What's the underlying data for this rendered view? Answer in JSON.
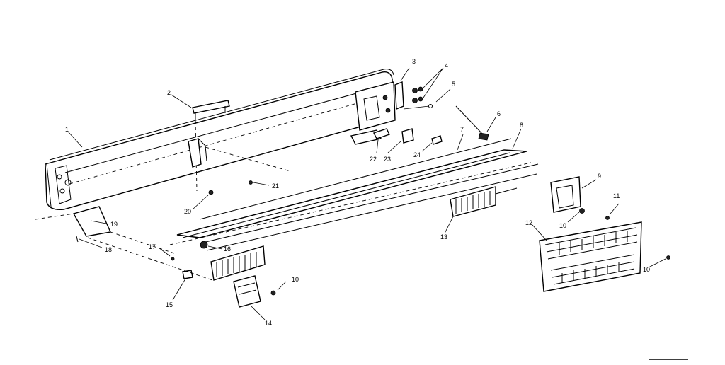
{
  "callouts": [
    {
      "id": "c1",
      "text": "1"
    },
    {
      "id": "c2",
      "text": "2"
    },
    {
      "id": "c3",
      "text": "3"
    },
    {
      "id": "c4",
      "text": "4"
    },
    {
      "id": "c5",
      "text": "5"
    },
    {
      "id": "c6",
      "text": "6"
    },
    {
      "id": "c7",
      "text": "7"
    },
    {
      "id": "c8",
      "text": "8"
    },
    {
      "id": "c9",
      "text": "9"
    },
    {
      "id": "c10a",
      "text": "10"
    },
    {
      "id": "c10b",
      "text": "10"
    },
    {
      "id": "c10c",
      "text": "10"
    },
    {
      "id": "c11",
      "text": "11"
    },
    {
      "id": "c12",
      "text": "12"
    },
    {
      "id": "c13",
      "text": "13"
    },
    {
      "id": "c14",
      "text": "14"
    },
    {
      "id": "c15",
      "text": "15"
    },
    {
      "id": "c16",
      "text": "16"
    },
    {
      "id": "c17",
      "text": "17"
    },
    {
      "id": "c18",
      "text": "18"
    },
    {
      "id": "c19",
      "text": "19"
    },
    {
      "id": "c20",
      "text": "20"
    },
    {
      "id": "c21",
      "text": "21"
    },
    {
      "id": "c22",
      "text": "22"
    },
    {
      "id": "c23",
      "text": "23"
    },
    {
      "id": "c24",
      "text": "24"
    }
  ]
}
